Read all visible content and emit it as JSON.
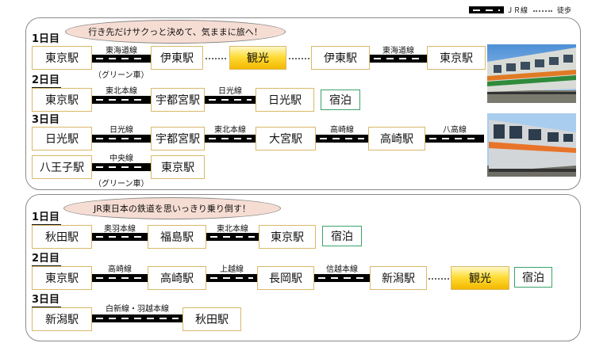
{
  "legend": {
    "rail": "ＪＲ線",
    "walk": "徒歩"
  },
  "route1": {
    "bubble": "行き先だけサクっと決めて、気ままに旅へ！",
    "day1": {
      "label": "1日目",
      "s1": "東京駅",
      "l1": "東海道線",
      "n1": "（グリーン車）",
      "s2": "伊東駅",
      "kanko": "観光",
      "s3": "伊東駅",
      "l2": "東海道線",
      "s4": "東京駅"
    },
    "day2": {
      "label": "2日目",
      "s1": "東京駅",
      "l1": "東北本線",
      "s2": "宇都宮駅",
      "l2": "日光線",
      "s3": "日光駅",
      "stay": "宿泊"
    },
    "day3": {
      "label": "3日目",
      "s1": "日光駅",
      "l1": "日光線",
      "s2": "宇都宮駅",
      "l2": "東北本線",
      "s3": "大宮駅",
      "l3": "高崎線",
      "s4": "高崎駅",
      "l4": "八高線",
      "s5": "八王子駅",
      "l5": "中央線",
      "n5": "（グリーン車）",
      "s6": "東京駅"
    }
  },
  "route2": {
    "bubble": "JR東日本の鉄道を思いっきり乗り倒す！",
    "day1": {
      "label": "1日目",
      "s1": "秋田駅",
      "l1": "奥羽本線",
      "s2": "福島駅",
      "l2": "東北本線",
      "s3": "東京駅",
      "stay": "宿泊"
    },
    "day2": {
      "label": "2日目",
      "s1": "東京駅",
      "l1": "高崎線",
      "s2": "高崎駅",
      "l2": "上越線",
      "s3": "長岡駅",
      "l3": "信越本線",
      "s4": "新潟駅",
      "kanko": "観光",
      "stay": "宿泊"
    },
    "day3": {
      "label": "3日目",
      "s1": "新潟駅",
      "l1": "白新線・羽越本線",
      "s2": "秋田駅"
    }
  },
  "photos": {
    "train1": "train-photo-1",
    "train2": "train-photo-2"
  }
}
